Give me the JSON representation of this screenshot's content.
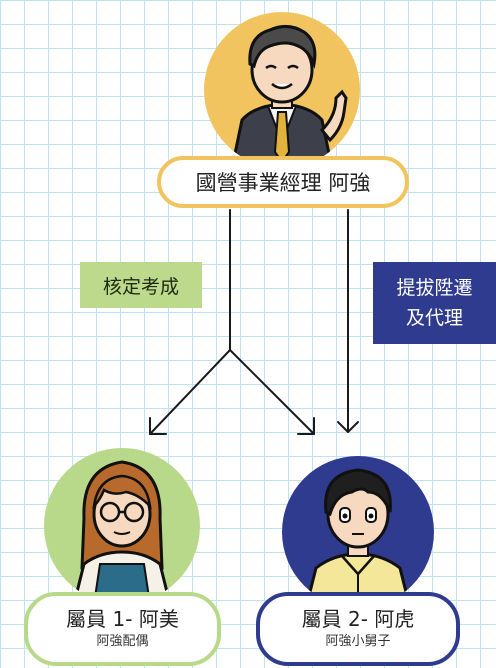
{
  "manager": {
    "label": "國營事業經理 阿強"
  },
  "relations": {
    "assess": "核定考成",
    "promote_line1": "提拔陞遷",
    "promote_line2": "及代理"
  },
  "staff": [
    {
      "name": "屬員 1- 阿美",
      "note": "阿強配偶"
    },
    {
      "name": "屬員 2- 阿虎",
      "note": "阿強小舅子"
    }
  ],
  "colors": {
    "grid": "#bfe3ef",
    "manager_accent": "#f2c45f",
    "staff1_accent": "#b9d98a",
    "staff2_accent": "#2e3b8e",
    "arrow": "#1a1a1a"
  },
  "icons": {
    "manager": "businessman-avatar",
    "staff1": "woman-with-glasses-avatar",
    "staff2": "young-man-avatar"
  }
}
